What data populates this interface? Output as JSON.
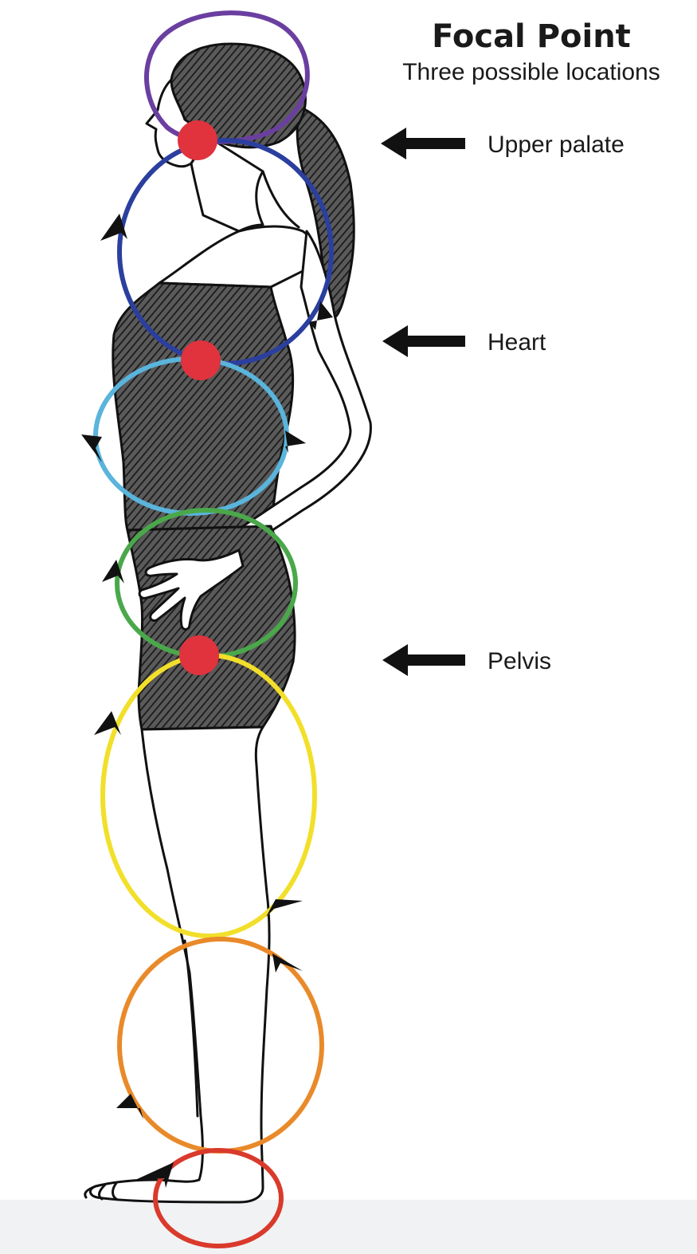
{
  "title": "Focal Point",
  "subtitle": "Three possible locations",
  "focal_points": [
    {
      "label": "Upper palate",
      "color": "#e0333d"
    },
    {
      "label": "Heart",
      "color": "#e0333d"
    },
    {
      "label": "Pelvis",
      "color": "#e0333d"
    }
  ],
  "energy_rings": [
    {
      "region": "head",
      "color": "#6a3fa0"
    },
    {
      "region": "chest",
      "color": "#2b3f9e"
    },
    {
      "region": "abdomen",
      "color": "#5ab4db"
    },
    {
      "region": "hips",
      "color": "#4aa84a"
    },
    {
      "region": "thighs",
      "color": "#f2df2a"
    },
    {
      "region": "calves",
      "color": "#e98a2a"
    },
    {
      "region": "feet",
      "color": "#d93a2b"
    }
  ]
}
